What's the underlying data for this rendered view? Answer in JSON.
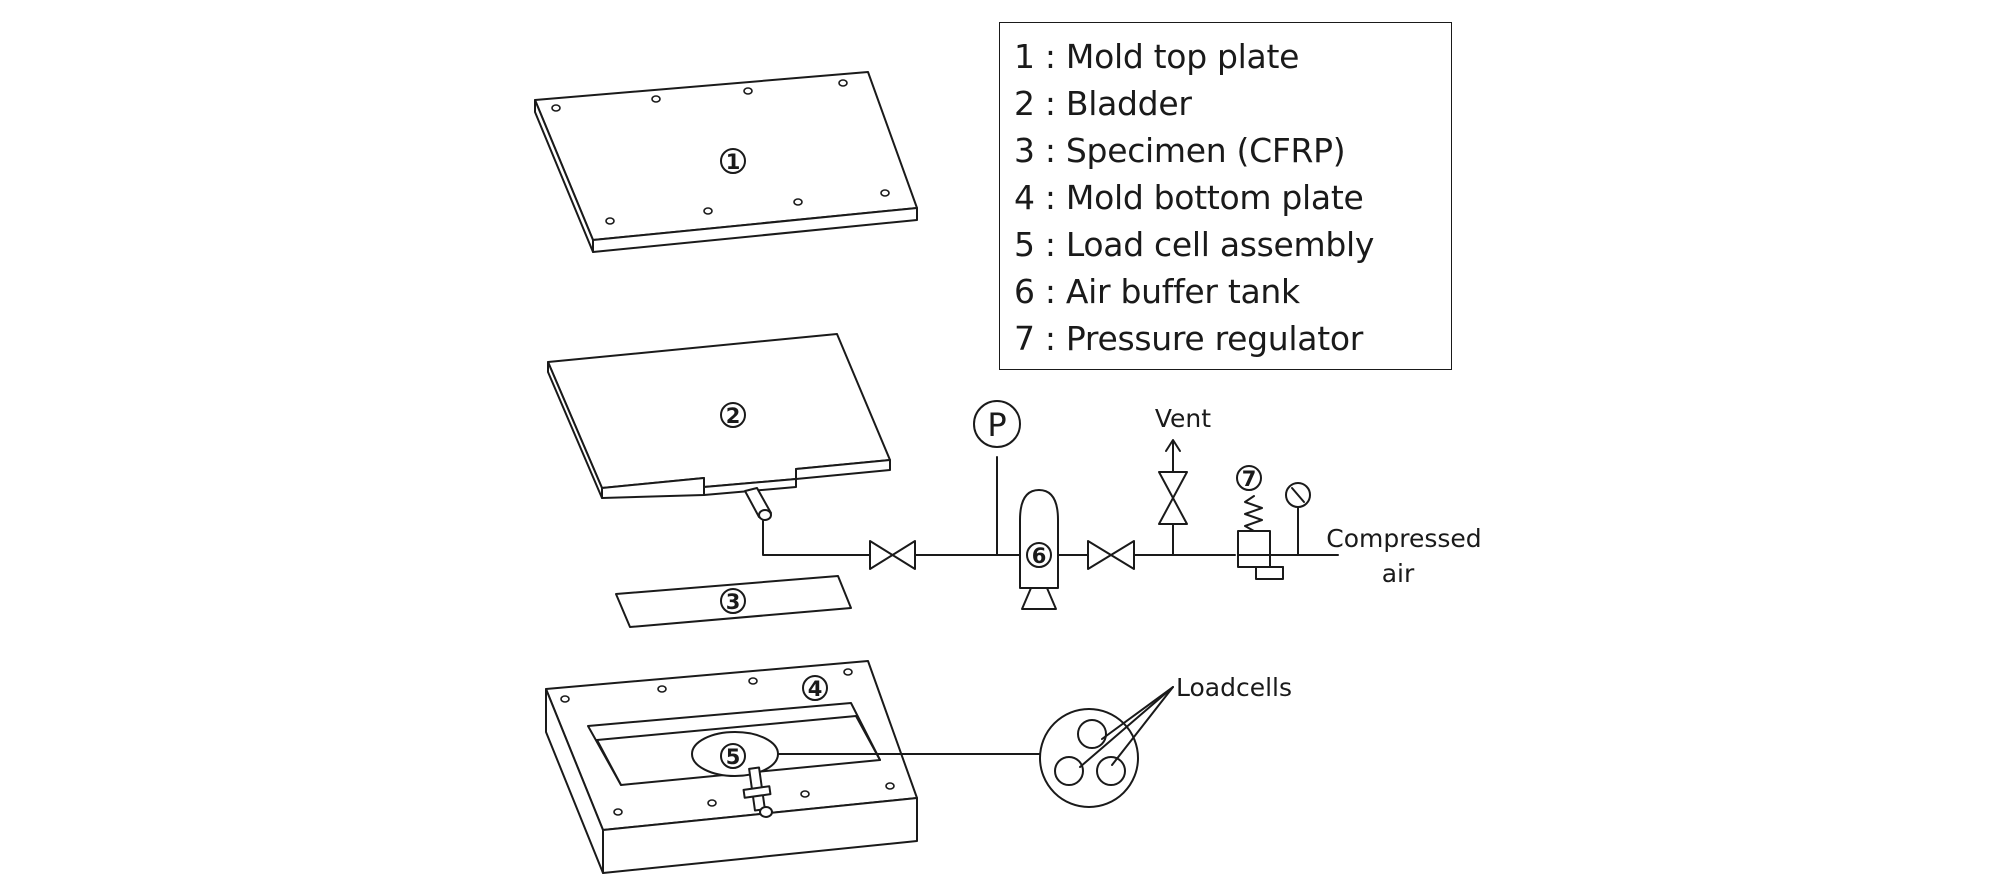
{
  "legend": {
    "items": [
      "1 : Mold top plate",
      "2 : Bladder",
      "3 : Specimen (CFRP)",
      "4 : Mold bottom plate",
      "5 : Load cell assembly",
      "6 : Air buffer tank",
      "7 : Pressure regulator"
    ]
  },
  "markers": {
    "top_plate": "1",
    "bladder": "2",
    "specimen": "3",
    "bottom_plate": "4",
    "load_cell": "5",
    "buffer_tank": "6",
    "regulator": "7"
  },
  "labels": {
    "gauge": "P",
    "vent": "Vent",
    "compressed_1": "Compressed",
    "compressed_2": "air",
    "loadcells": "Loadcells"
  }
}
